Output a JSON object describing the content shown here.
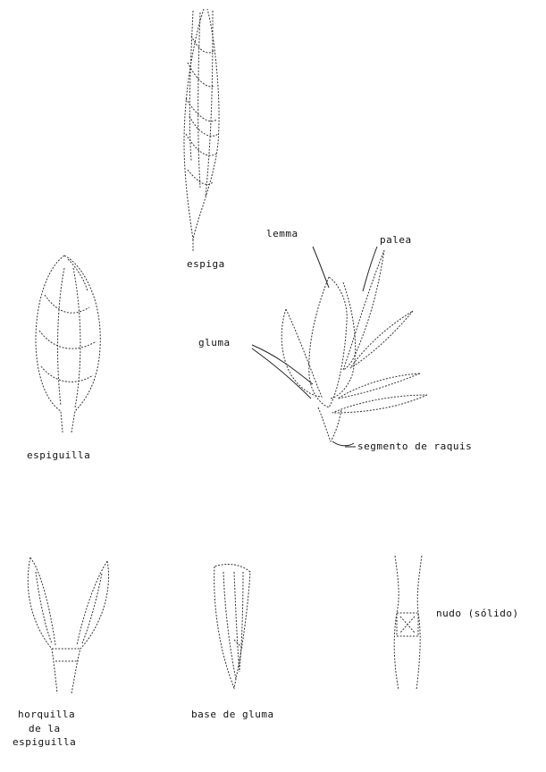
{
  "labels": {
    "espiga": "espiga",
    "lemma": "lemma",
    "palea": "palea",
    "gluma": "gluma",
    "espiguilla": "espiguilla",
    "segmento": "segmento de raquis",
    "horquilla_l1": "horquilla",
    "horquilla_l2": "de la",
    "horquilla_l3": "espiguilla",
    "base_gluma": "base de gluma",
    "nudo": "nudo (sólido)"
  }
}
